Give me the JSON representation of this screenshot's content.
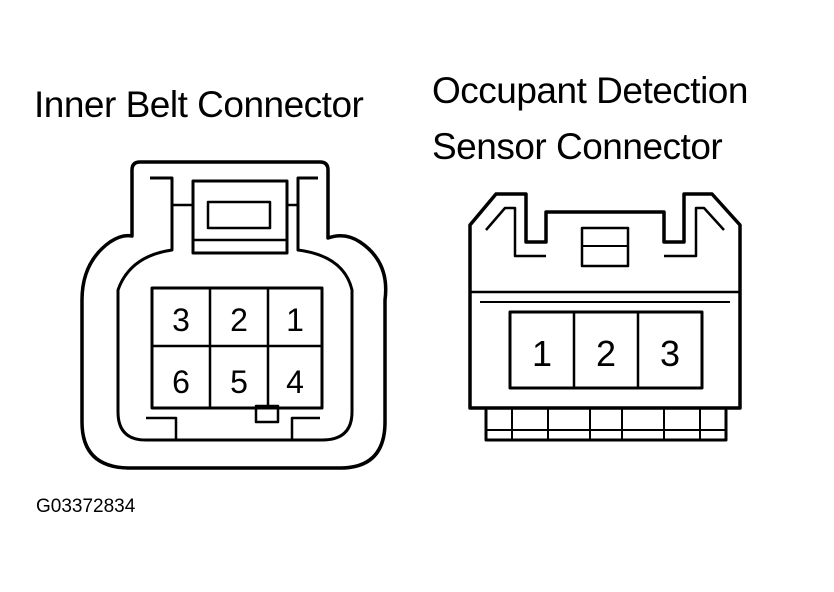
{
  "labels": {
    "inner_belt": "Inner Belt Connector",
    "occupant_line1": "Occupant Detection",
    "occupant_line2": "Sensor Connector",
    "figure_id": "G03372834"
  },
  "inner_belt_pins": {
    "top": [
      "3",
      "2",
      "1"
    ],
    "bottom": [
      "6",
      "5",
      "4"
    ]
  },
  "occupant_pins": [
    "1",
    "2",
    "3"
  ]
}
